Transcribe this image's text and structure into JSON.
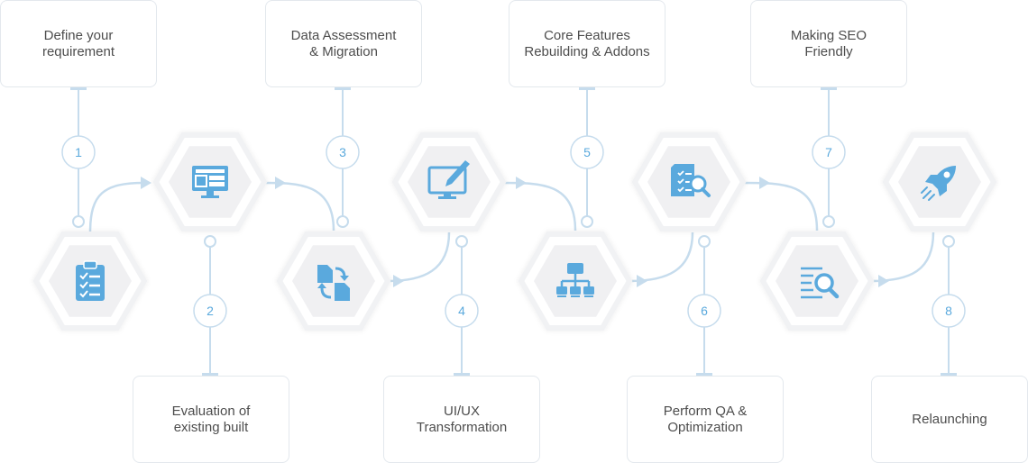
{
  "colors": {
    "accent": "#5aa9dd",
    "line": "#c6dced",
    "circle_border": "#c6dced",
    "hex_outer": "#ffffff",
    "hex_inner": "#f0f0f2",
    "text": "#4d4d4d",
    "card_border": "#e3e8ed"
  },
  "steps": [
    {
      "number": "1",
      "label": "Define your\nrequirement",
      "icon": "clipboard-checklist-icon"
    },
    {
      "number": "2",
      "label": "Evaluation of\nexisting built",
      "icon": "monitor-layout-icon"
    },
    {
      "number": "3",
      "label": "Data Assessment\n& Migration",
      "icon": "file-transfer-icon"
    },
    {
      "number": "4",
      "label": "UI/UX\nTransformation",
      "icon": "monitor-pen-icon"
    },
    {
      "number": "5",
      "label": "Core Features\nRebuilding & Addons",
      "icon": "sitemap-icon"
    },
    {
      "number": "6",
      "label": "Perform QA &\nOptimization",
      "icon": "checklist-search-icon"
    },
    {
      "number": "7",
      "label": "Making SEO\nFriendly",
      "icon": "text-search-icon"
    },
    {
      "number": "8",
      "label": "Relaunching",
      "icon": "rocket-icon"
    }
  ]
}
